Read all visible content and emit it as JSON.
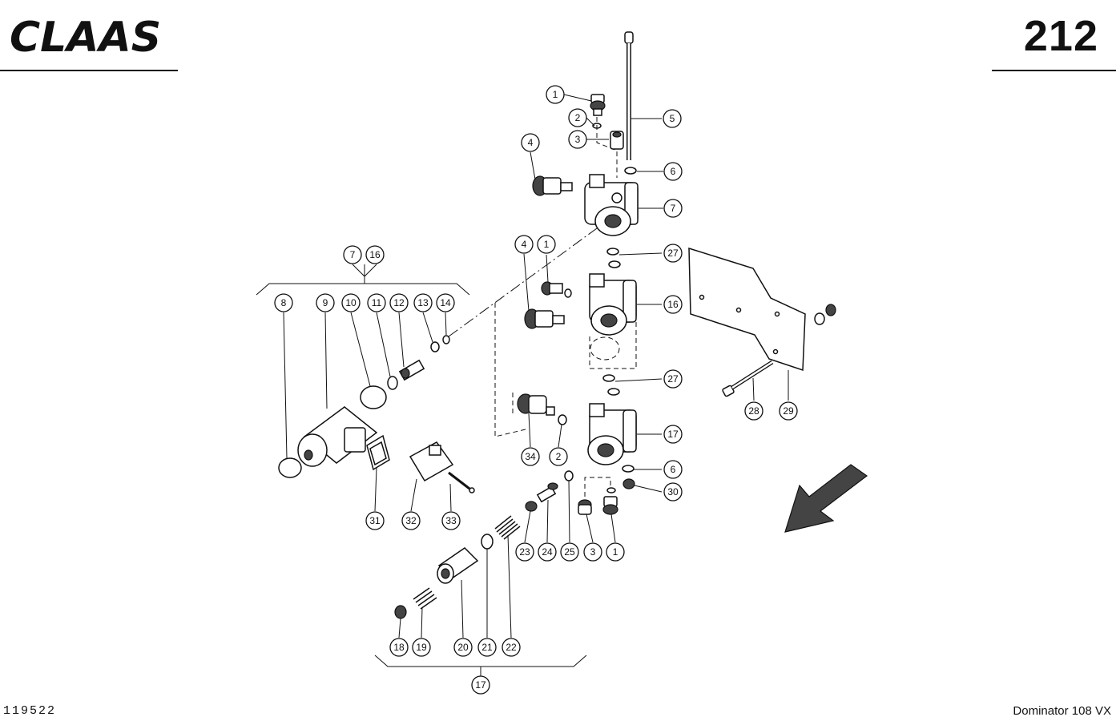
{
  "header": {
    "brand": "CLAAS",
    "page_number": "212"
  },
  "footer": {
    "drawing_number": "119522",
    "machine_model": "Dominator 108 VX"
  },
  "callouts": {
    "c1a": "1",
    "c2a": "2",
    "c3a": "3",
    "c4a": "4",
    "c5": "5",
    "c6a": "6",
    "c7a": "7",
    "c7b": "7",
    "c16a": "16",
    "c4b": "4",
    "c1b": "1",
    "c27a": "27",
    "c16b": "16",
    "c27b": "27",
    "c8": "8",
    "c9": "9",
    "c10": "10",
    "c11": "11",
    "c12": "12",
    "c13": "13",
    "c14": "14",
    "c28": "28",
    "c29": "29",
    "c34": "34",
    "c2b": "2",
    "c17a": "17",
    "c6b": "6",
    "c30": "30",
    "c31": "31",
    "c32": "32",
    "c33": "33",
    "c23": "23",
    "c24": "24",
    "c25": "25",
    "c3b": "3",
    "c1c": "1",
    "c18": "18",
    "c19": "19",
    "c20": "20",
    "c21": "21",
    "c22": "22",
    "c17b": "17"
  },
  "icons": {
    "direction_arrow": "arrow-down-left-icon"
  }
}
